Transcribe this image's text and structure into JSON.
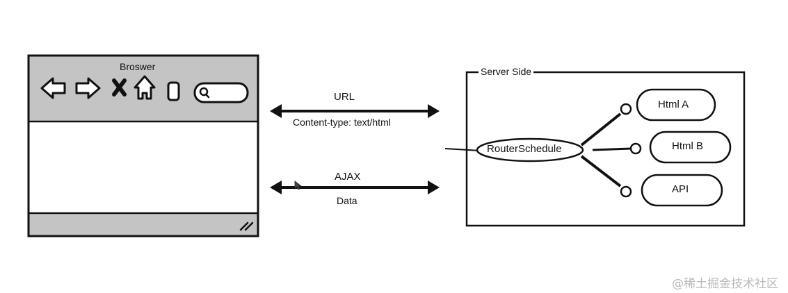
{
  "browser": {
    "title": "Broswer",
    "toolbar_icons": [
      "back-arrow-icon",
      "forward-arrow-icon",
      "close-icon",
      "home-icon",
      "page-icon",
      "search-icon"
    ]
  },
  "connections": {
    "top": {
      "label_above": "URL",
      "label_below": "Content-type: text/html"
    },
    "bottom": {
      "label_above": "AJAX",
      "label_below": "Data"
    }
  },
  "server": {
    "title": "Server Side",
    "router": "RouterSchedule",
    "targets": [
      "Html A",
      "Html B",
      "API"
    ]
  },
  "watermark": "@稀土掘金技术社区",
  "colors": {
    "stroke": "#111111",
    "toolbar": "#c4c4c4",
    "background": "#ffffff"
  }
}
